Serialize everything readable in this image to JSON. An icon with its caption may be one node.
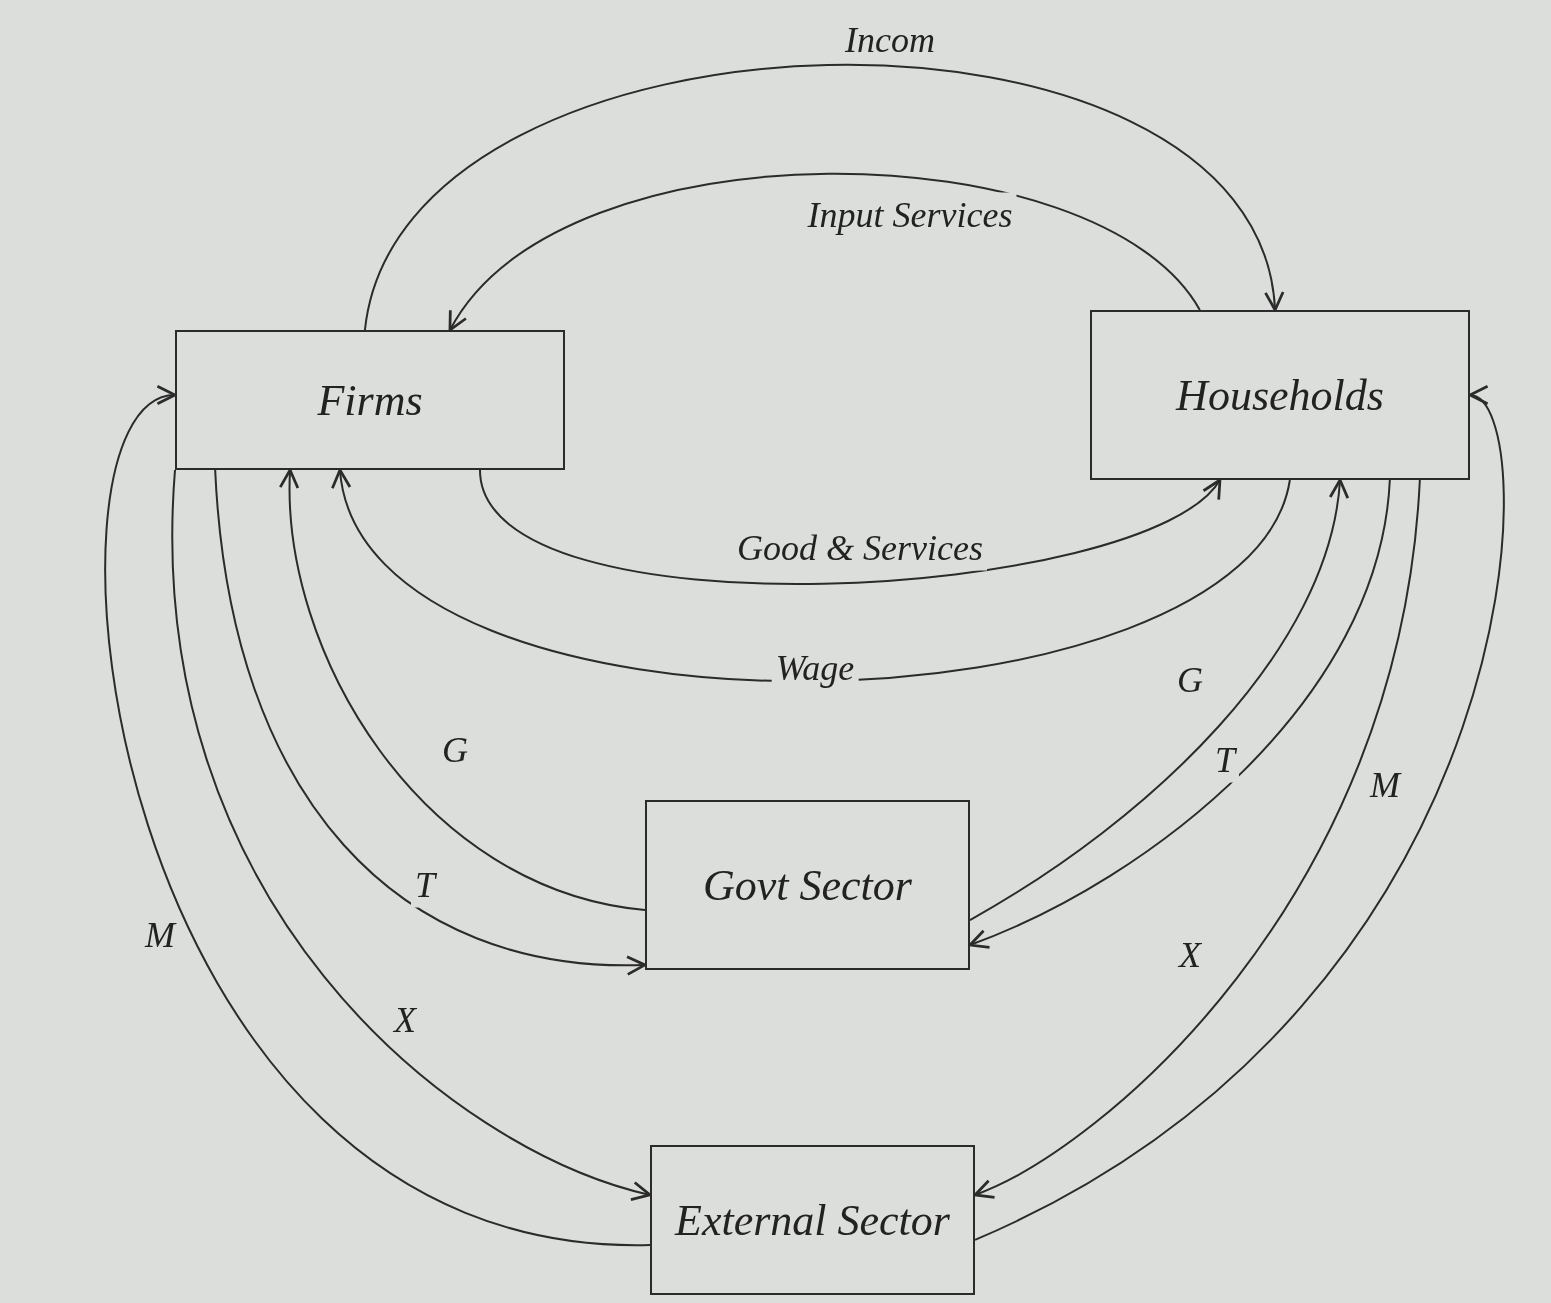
{
  "diagram": {
    "nodes": [
      {
        "text": [
          "Firms"
        ]
      },
      {
        "text": [
          "Households"
        ]
      },
      {
        "text": [
          "Govt Sector"
        ]
      },
      {
        "text": [
          "External Sector"
        ]
      }
    ],
    "edges": [
      {
        "from": 0,
        "to": 1,
        "arrow": "to",
        "label": "Incom"
      },
      {
        "from": 1,
        "to": 0,
        "arrow": "to",
        "label": "Input Services"
      },
      {
        "from": 0,
        "to": 1,
        "arrow": "to",
        "label": "Good & Services"
      },
      {
        "from": 1,
        "to": 0,
        "arrow": "to",
        "label": "Wage"
      },
      {
        "from": 2,
        "to": 0,
        "arrow": "to",
        "label": "G"
      },
      {
        "from": 0,
        "to": 2,
        "arrow": "to",
        "label": "T"
      },
      {
        "from": 2,
        "to": 1,
        "arrow": "to",
        "label": "G"
      },
      {
        "from": 1,
        "to": 2,
        "arrow": "to",
        "label": "T"
      },
      {
        "from": 3,
        "to": 0,
        "arrow": "to",
        "label": "M"
      },
      {
        "from": 0,
        "to": 3,
        "arrow": "to",
        "label": "X"
      },
      {
        "from": 1,
        "to": 3,
        "arrow": "to",
        "label": "X"
      },
      {
        "from": 3,
        "to": 1,
        "arrow": "to",
        "label": "M"
      }
    ]
  }
}
